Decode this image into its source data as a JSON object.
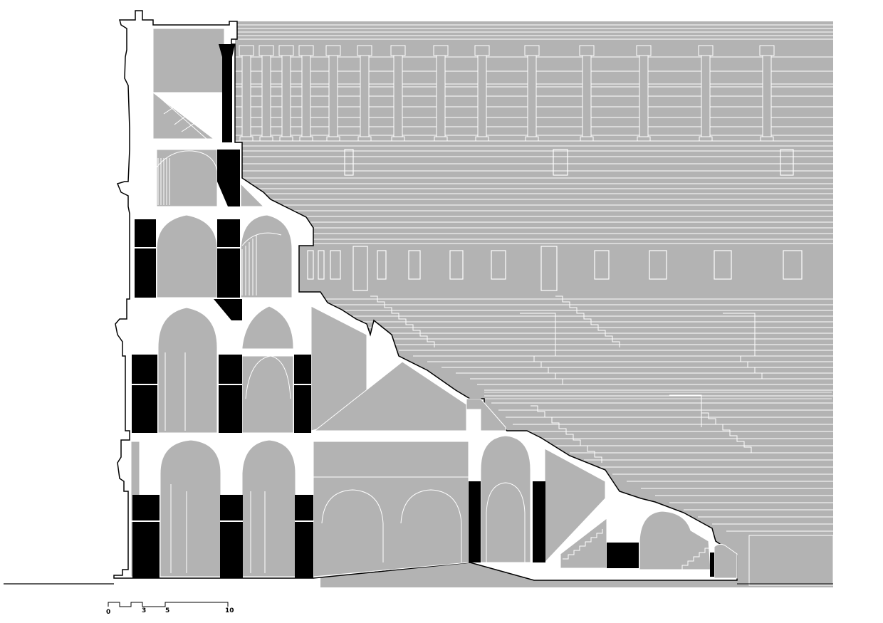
{
  "drawing": {
    "subject": "cross-section-elevation",
    "colors": {
      "fill": "#b3b3b3",
      "cut": "#000000",
      "line": "#ffffff",
      "background": "#ffffff"
    }
  },
  "scale_bar": {
    "ticks": [
      "0",
      "3",
      "5",
      "10"
    ]
  }
}
